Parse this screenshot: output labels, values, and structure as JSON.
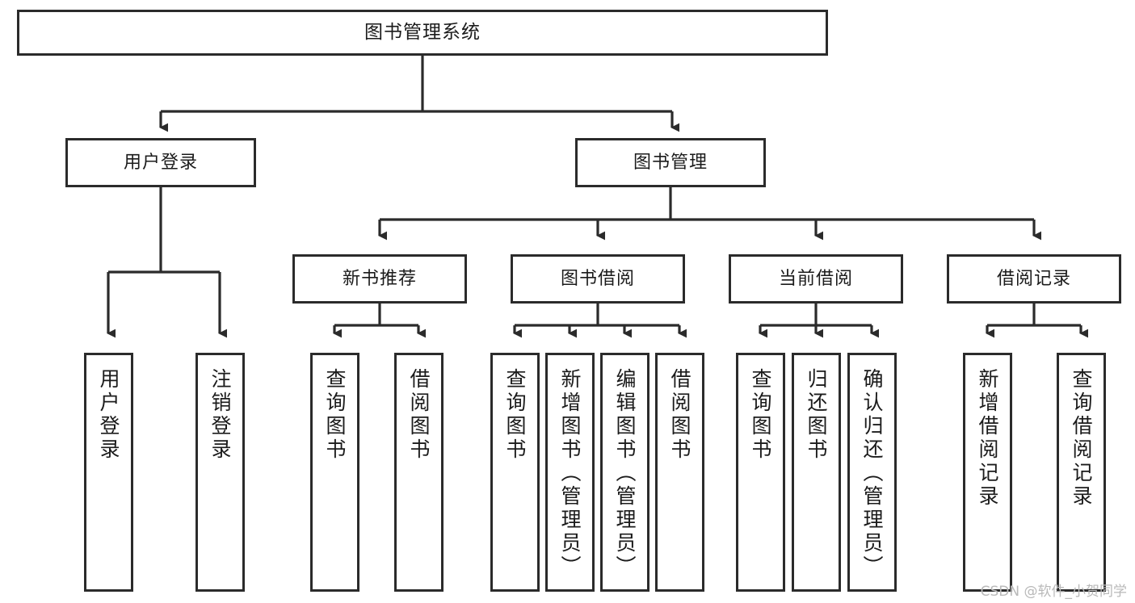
{
  "diagram": {
    "type": "tree-hierarchy-chart",
    "title": "图书管理系统",
    "stroke_color": "#2b2b2b",
    "background_color": "#ffffff",
    "text_color": "#1b1b1b",
    "nodes": {
      "root": {
        "label": "图书管理系统"
      },
      "level2": [
        {
          "id": "user-login",
          "label": "用户登录"
        },
        {
          "id": "book-management",
          "label": "图书管理"
        }
      ],
      "level3": [
        {
          "id": "new-book-recommend",
          "label": "新书推荐"
        },
        {
          "id": "book-borrow",
          "label": "图书借阅"
        },
        {
          "id": "current-borrow",
          "label": "当前借阅"
        },
        {
          "id": "borrow-record",
          "label": "借阅记录"
        }
      ],
      "leaves": {
        "user_login": [
          {
            "id": "leaf-user-login",
            "label": "用户登录"
          },
          {
            "id": "leaf-logout-login",
            "label": "注销登录"
          }
        ],
        "new_book_recommend": [
          {
            "id": "leaf-query-book-1",
            "label": "查询图书"
          },
          {
            "id": "leaf-borrow-book-1",
            "label": "借阅图书"
          }
        ],
        "book_borrow": [
          {
            "id": "leaf-query-book-2",
            "label": "查询图书"
          },
          {
            "id": "leaf-add-book",
            "label": "新增图书（管理员）"
          },
          {
            "id": "leaf-edit-book",
            "label": "编辑图书（管理员）"
          },
          {
            "id": "leaf-borrow-book-2",
            "label": "借阅图书"
          }
        ],
        "current_borrow": [
          {
            "id": "leaf-query-book-3",
            "label": "查询图书"
          },
          {
            "id": "leaf-return-book",
            "label": "归还图书"
          },
          {
            "id": "leaf-confirm-return",
            "label": "确认归还（管理员）"
          }
        ],
        "borrow_record": [
          {
            "id": "leaf-add-record",
            "label": "新增借阅记录"
          },
          {
            "id": "leaf-query-record",
            "label": "查询借阅记录"
          }
        ]
      }
    }
  },
  "watermark": {
    "text": "CSDN @软件_小贺同学"
  }
}
